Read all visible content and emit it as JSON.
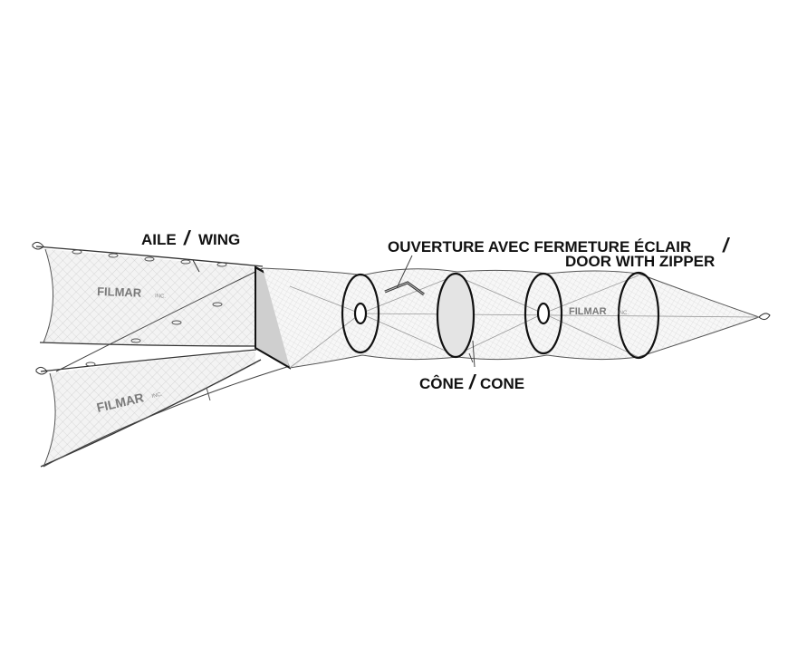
{
  "labels": {
    "wing_fr": "AILE",
    "slash": "/",
    "wing_en": "WING",
    "door_line1": "OUVERTURE AVEC FERMETURE ÉCLAIR",
    "door_line2": "DOOR WITH ZIPPER",
    "cone_fr": "CÔNE",
    "cone_en": "CONE"
  },
  "brand": {
    "name": "FILMAR",
    "suffix": "INC."
  },
  "colors": {
    "line": "#222222",
    "mesh": "#9a9a9a",
    "panel": "#d4d4d4",
    "brand": "#7a7a7a"
  }
}
